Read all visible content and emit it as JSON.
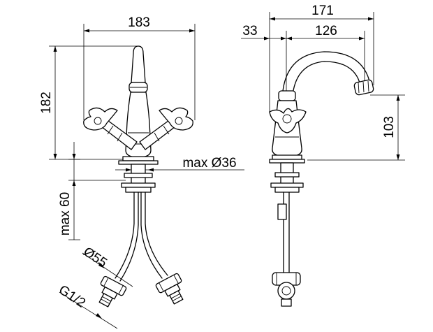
{
  "front_view": {
    "width_label": "183",
    "height_label": "182",
    "max_diameter_label": "max Ø36",
    "max_depth_label": "max 60",
    "flange_diameter_label": "Ø55",
    "thread_label": "G1/2"
  },
  "side_view": {
    "overall_width_label": "171",
    "offset_label": "33",
    "reach_label": "126",
    "spout_height_label": "103"
  }
}
